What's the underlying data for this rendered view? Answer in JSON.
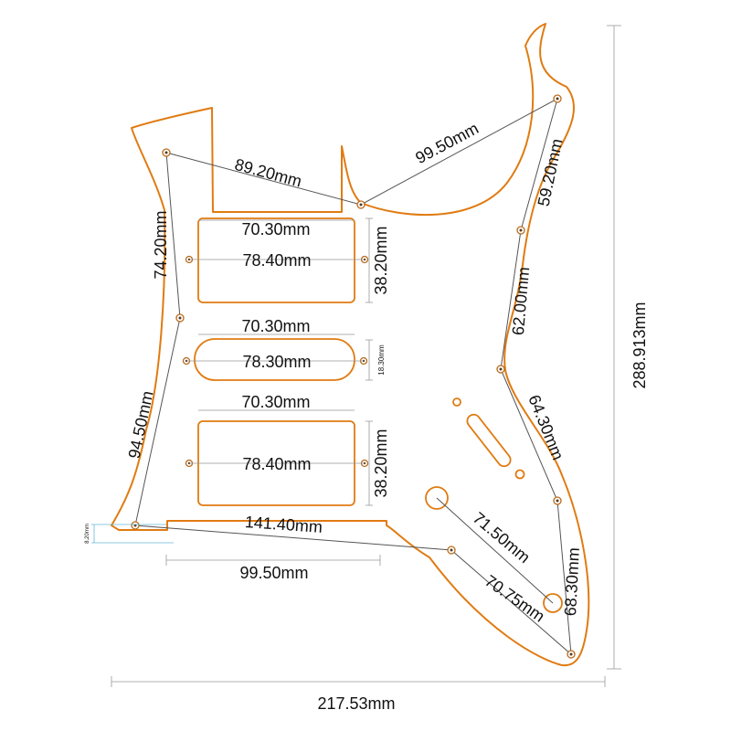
{
  "diagram": {
    "title": "",
    "outline_color": "#e07b12",
    "dimension_color": "#555555",
    "labels": {
      "top_left_span": "89.20mm",
      "top_right_span": "99.50mm",
      "left_upper": "74.20mm",
      "left_lower": "94.50mm",
      "right_upper": "59.20mm",
      "right_mid": "62.00mm",
      "right_lower": "64.30mm",
      "knob_span": "71.50mm",
      "right_bottom": "68.30mm",
      "bottom_diag": "70.75mm",
      "bottom_long": "141.40mm",
      "bottom_span": "99.50mm",
      "neck_width": "70.30mm",
      "neck_screws": "78.40mm",
      "neck_height": "38.20mm",
      "middle_width": "70.30mm",
      "middle_screws": "78.30mm",
      "middle_height": "18.30mm",
      "bridge_width": "70.30mm",
      "bridge_screws": "78.40mm",
      "bridge_height": "38.20mm",
      "overall_height": "288.913mm",
      "overall_width": "217.53mm",
      "edge_offset": "8.20mm"
    }
  }
}
